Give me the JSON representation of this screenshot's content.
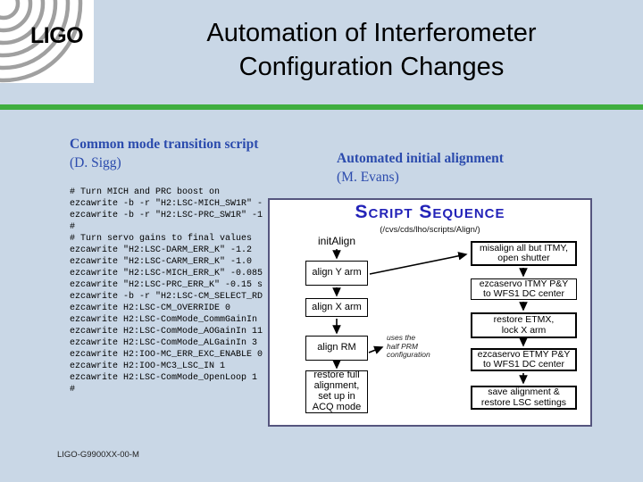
{
  "slide": {
    "title": "Automation of Interferometer\nConfiguration Changes",
    "logo_text": "LIGO",
    "footer": "LIGO-G9900XX-00-M"
  },
  "left_section": {
    "heading": "Common mode transition script",
    "author": "(D. Sigg)",
    "code_lines": [
      "# Turn MICH and PRC boost on",
      "ezcawrite -b -r \"H2:LSC-MICH_SW1R\" -",
      "ezcawrite -b -r \"H2:LSC-PRC_SW1R\" -1",
      "#",
      "# Turn servo gains to final values",
      "ezcawrite \"H2:LSC-DARM_ERR_K\" -1.2",
      "ezcawrite \"H2:LSC-CARM_ERR_K\" -1.0",
      "ezcawrite \"H2:LSC-MICH_ERR_K\" -0.085",
      "ezcawrite \"H2:LSC-PRC_ERR_K\" -0.15 s",
      "ezcawrite -b -r \"H2:LSC-CM_SELECT_RD",
      "ezcawrite H2:LSC-CM_OVERRIDE 0",
      "ezcawrite H2:LSC-ComMode_CommGainIn",
      "ezcawrite H2:LSC-ComMode_AOGainIn 11",
      "ezcawrite H2:LSC-ComMode_ALGainIn 3",
      "ezcawrite H2:IOO-MC_ERR_EXC_ENABLE 0",
      "ezcawrite H2:IOO-MC3_LSC_IN 1",
      "ezcawrite H2:LSC-ComMode_OpenLoop 1",
      "#"
    ]
  },
  "right_section": {
    "heading": "Automated initial alignment",
    "author": "(M. Evans)"
  },
  "diagram": {
    "title": "Script Sequence",
    "subtitle": "(/cvs/cds/lho/scripts/Align/)",
    "entry_label": "initAlign",
    "left_boxes": [
      {
        "label": "align Y arm"
      },
      {
        "label": "align X arm"
      },
      {
        "label": "align RM"
      },
      {
        "label": "restore full\nalignment,\nset up in\nACQ mode"
      }
    ],
    "right_boxes": [
      {
        "label": "misalign all but ITMY,\nopen shutter"
      },
      {
        "label": "ezcaservo ITMY P&Y\nto WFS1 DC center"
      },
      {
        "label": "restore ETMX,\nlock X arm"
      },
      {
        "label": "ezcaservo ETMY P&Y\nto WFS1 DC center"
      },
      {
        "label": "save alignment &\nrestore LSC settings"
      }
    ],
    "note": "uses the\nhalf PRM\nconfiguration"
  },
  "colors": {
    "background": "#c9d7e6",
    "accent_green": "#3fae3f",
    "heading_blue": "#2b4bad",
    "diagram_title_blue": "#2323b8",
    "diagram_border": "#55557e"
  }
}
